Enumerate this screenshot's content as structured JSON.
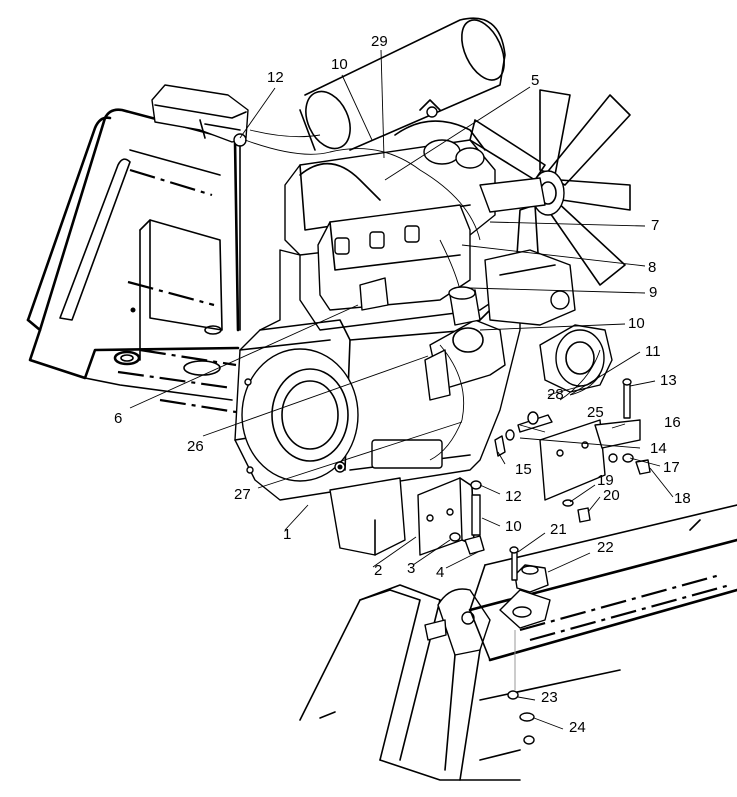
{
  "callouts": [
    {
      "id": "1",
      "text": "1"
    },
    {
      "id": "2",
      "text": "2"
    },
    {
      "id": "3",
      "text": "3"
    },
    {
      "id": "4",
      "text": "4"
    },
    {
      "id": "5",
      "text": "5"
    },
    {
      "id": "6",
      "text": "6"
    },
    {
      "id": "7",
      "text": "7"
    },
    {
      "id": "8",
      "text": "8"
    },
    {
      "id": "9",
      "text": "9"
    },
    {
      "id": "10a",
      "text": "10"
    },
    {
      "id": "10b",
      "text": "10"
    },
    {
      "id": "10c",
      "text": "10"
    },
    {
      "id": "11",
      "text": "11"
    },
    {
      "id": "12a",
      "text": "12"
    },
    {
      "id": "12b",
      "text": "12"
    },
    {
      "id": "13",
      "text": "13"
    },
    {
      "id": "14",
      "text": "14"
    },
    {
      "id": "15",
      "text": "15"
    },
    {
      "id": "16",
      "text": "16"
    },
    {
      "id": "17",
      "text": "17"
    },
    {
      "id": "18",
      "text": "18"
    },
    {
      "id": "19",
      "text": "19"
    },
    {
      "id": "20",
      "text": "20"
    },
    {
      "id": "21",
      "text": "21"
    },
    {
      "id": "22",
      "text": "22"
    },
    {
      "id": "23",
      "text": "23"
    },
    {
      "id": "24",
      "text": "24"
    },
    {
      "id": "25",
      "text": "25"
    },
    {
      "id": "26",
      "text": "26"
    },
    {
      "id": "27",
      "text": "27"
    },
    {
      "id": "28",
      "text": "28"
    },
    {
      "id": "29",
      "text": "29"
    }
  ]
}
